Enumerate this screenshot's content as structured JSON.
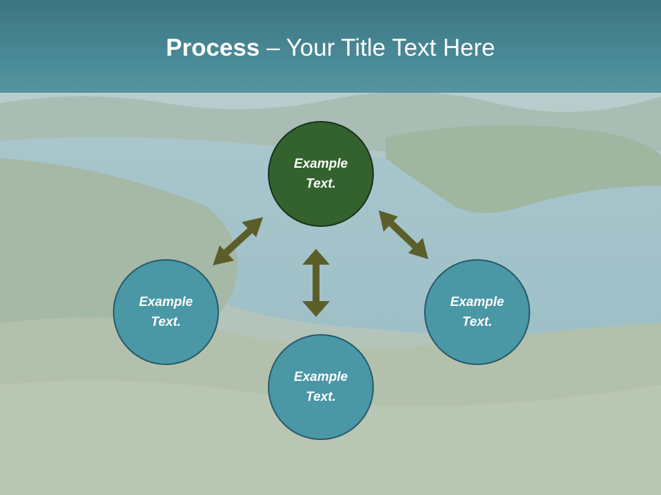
{
  "slide": {
    "title_bold": "Process",
    "title_rest": " – Your Title Text Here",
    "colors": {
      "title_band": "#4b8c98",
      "center_circle": "#33622e",
      "node_circle": "#4a97a6",
      "arrow": "#5c5e2a"
    },
    "center": {
      "text": "Example Text."
    },
    "nodes": [
      {
        "text": "Example Text."
      },
      {
        "text": "Example Text."
      },
      {
        "text": "Example Text."
      }
    ]
  }
}
